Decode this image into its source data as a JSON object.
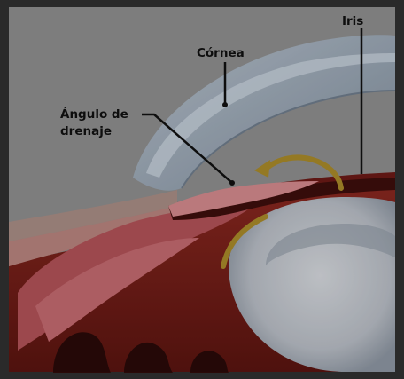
{
  "labels": {
    "cornea": "Córnea",
    "iris": "Iris",
    "angle_line1": "Ángulo de",
    "angle_line2": "drenaje"
  },
  "colors": {
    "frame": "#2a2a2a",
    "background": "#909090",
    "cornea": "#9aa7b6",
    "cornea_highlight": "#c8d2dc",
    "iris": "#4a1210",
    "ciliary": "#b4545a",
    "sclera": "#a89088",
    "lens": "#c8ccd2",
    "arrow": "#a98a2a",
    "leader_line": "#111111"
  },
  "icons": {
    "arrow": "flow-arrow-icon"
  }
}
